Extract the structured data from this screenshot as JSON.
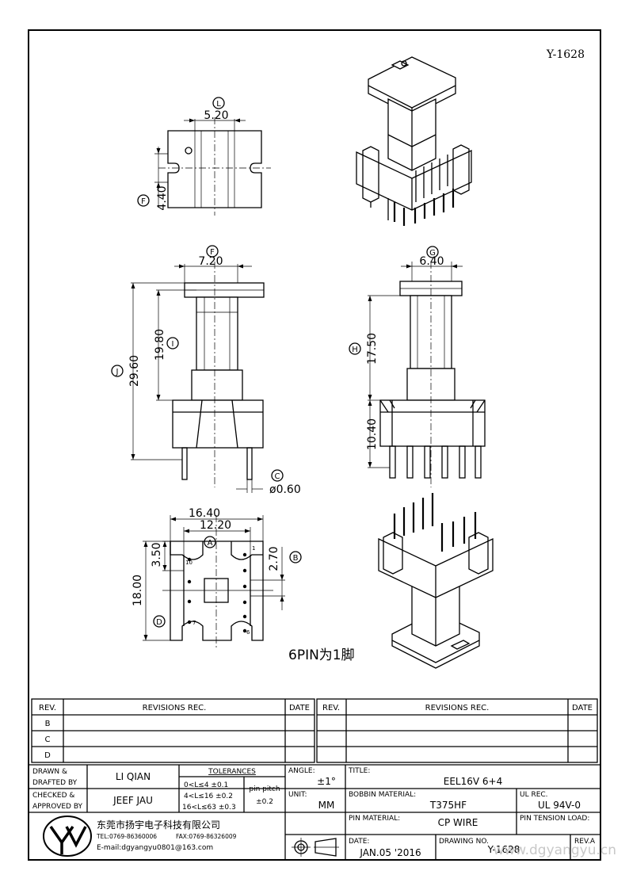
{
  "drawing_number_top": "Y-1628",
  "dims": {
    "top_view": {
      "letter_width": "L",
      "width": "5.20",
      "letter_height": "F",
      "height": "4.40"
    },
    "front_view": {
      "letter_width": "F",
      "width": "7.20",
      "letter_height_inner": "I",
      "height_inner": "19.80",
      "letter_height_total": "J",
      "height_total": "29.60",
      "letter_pin": "C",
      "pin_dia": "ø0.60"
    },
    "side_view": {
      "letter_width": "G",
      "width": "6.40",
      "letter_height": "H",
      "height_upper": "17.50",
      "height_lower": "10.40"
    },
    "bottom_view": {
      "width_outer": "16.40",
      "letter_inner": "A",
      "width_inner": "12.20",
      "height_a": "3.50",
      "height_total": "18.00",
      "letter_total": "D",
      "pitch": "2.70",
      "letter_pitch": "B",
      "pin_label_10": "10",
      "pin_label_1": "1",
      "pin_label_7": "7",
      "pin_label_6": "6"
    }
  },
  "pin_note": "6PIN为1脚",
  "revisions": {
    "left": {
      "col_rev": "REV.",
      "col_rec": "REVISIONS   REC.",
      "col_date": "DATE",
      "rows": [
        "B",
        "C",
        "D"
      ]
    },
    "right": {
      "col_rev": "REV.",
      "col_rec": "REVISIONS   REC.",
      "col_date": "DATE"
    }
  },
  "title_block": {
    "drawn_label": "DRAWN  &",
    "drafted_label": "DRAFTED  BY",
    "drawn_value": "LI QIAN",
    "checked_label": "CHECKED  &",
    "approved_label": "APPROVED  BY",
    "checked_value": "JEEF JAU",
    "tolerances_label": "TOLERANCES",
    "tol_1": "0<L≤4   ±0.1",
    "tol_2": "4<L≤16  ±0.2",
    "tol_3": "16<L≤63  ±0.3",
    "pin_pitch_label": "pin pitch",
    "pin_pitch_value": "±0.2",
    "angle_label": "ANGLE:",
    "angle_value": "±1°",
    "unit_label": "UNIT:",
    "unit_value": "MM",
    "title_label": "TITLE:",
    "title_value": "EEL16V  6+4",
    "bobbin_label": "BOBBIN  MATERIAL:",
    "bobbin_value": "T375HF",
    "ul_label": "UL  REC.",
    "ul_value": "UL  94V-0",
    "pin_material_label": "PIN  MATERIAL:",
    "pin_material_value": "CP  WIRE",
    "pin_tension_label": "PIN  TENSION  LOAD:",
    "date_label": "DATE:",
    "date_value": "JAN.05  '2016",
    "drawing_no_label": "DRAWING  NO.",
    "drawing_no_value": "Y-1628",
    "rev_label": "REV.A",
    "company_name": "东莞市扬宇电子科技有限公司",
    "tel": "TEL:0769-86360006",
    "fax": "FAX:0769-86326009",
    "email": "E-mail:dgyangyu0801@163.com"
  },
  "watermark": "www.dgyangyu.cn"
}
